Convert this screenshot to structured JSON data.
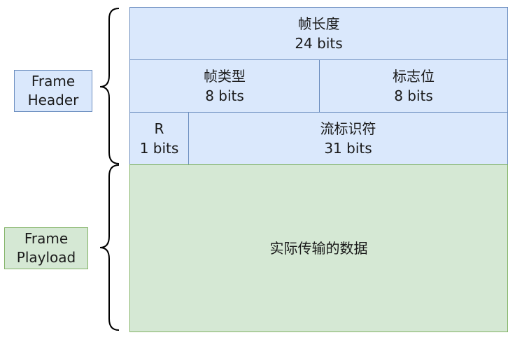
{
  "header_label": [
    "Frame",
    "Header"
  ],
  "payload_label": [
    "Frame",
    "Playload"
  ],
  "rows": {
    "length": {
      "name": "帧长度",
      "bits": "24 bits"
    },
    "type": {
      "name": "帧类型",
      "bits": "8 bits"
    },
    "flags": {
      "name": "标志位",
      "bits": "8 bits"
    },
    "reserved": {
      "name": "R",
      "bits": "1 bits"
    },
    "stream_id": {
      "name": "流标识符",
      "bits": "31 bits"
    }
  },
  "payload": "实际传输的数据",
  "colors": {
    "header_fill": "#dae8fc",
    "header_stroke": "#6c8ebf",
    "payload_fill": "#d5e8d4",
    "payload_stroke": "#82b366"
  }
}
